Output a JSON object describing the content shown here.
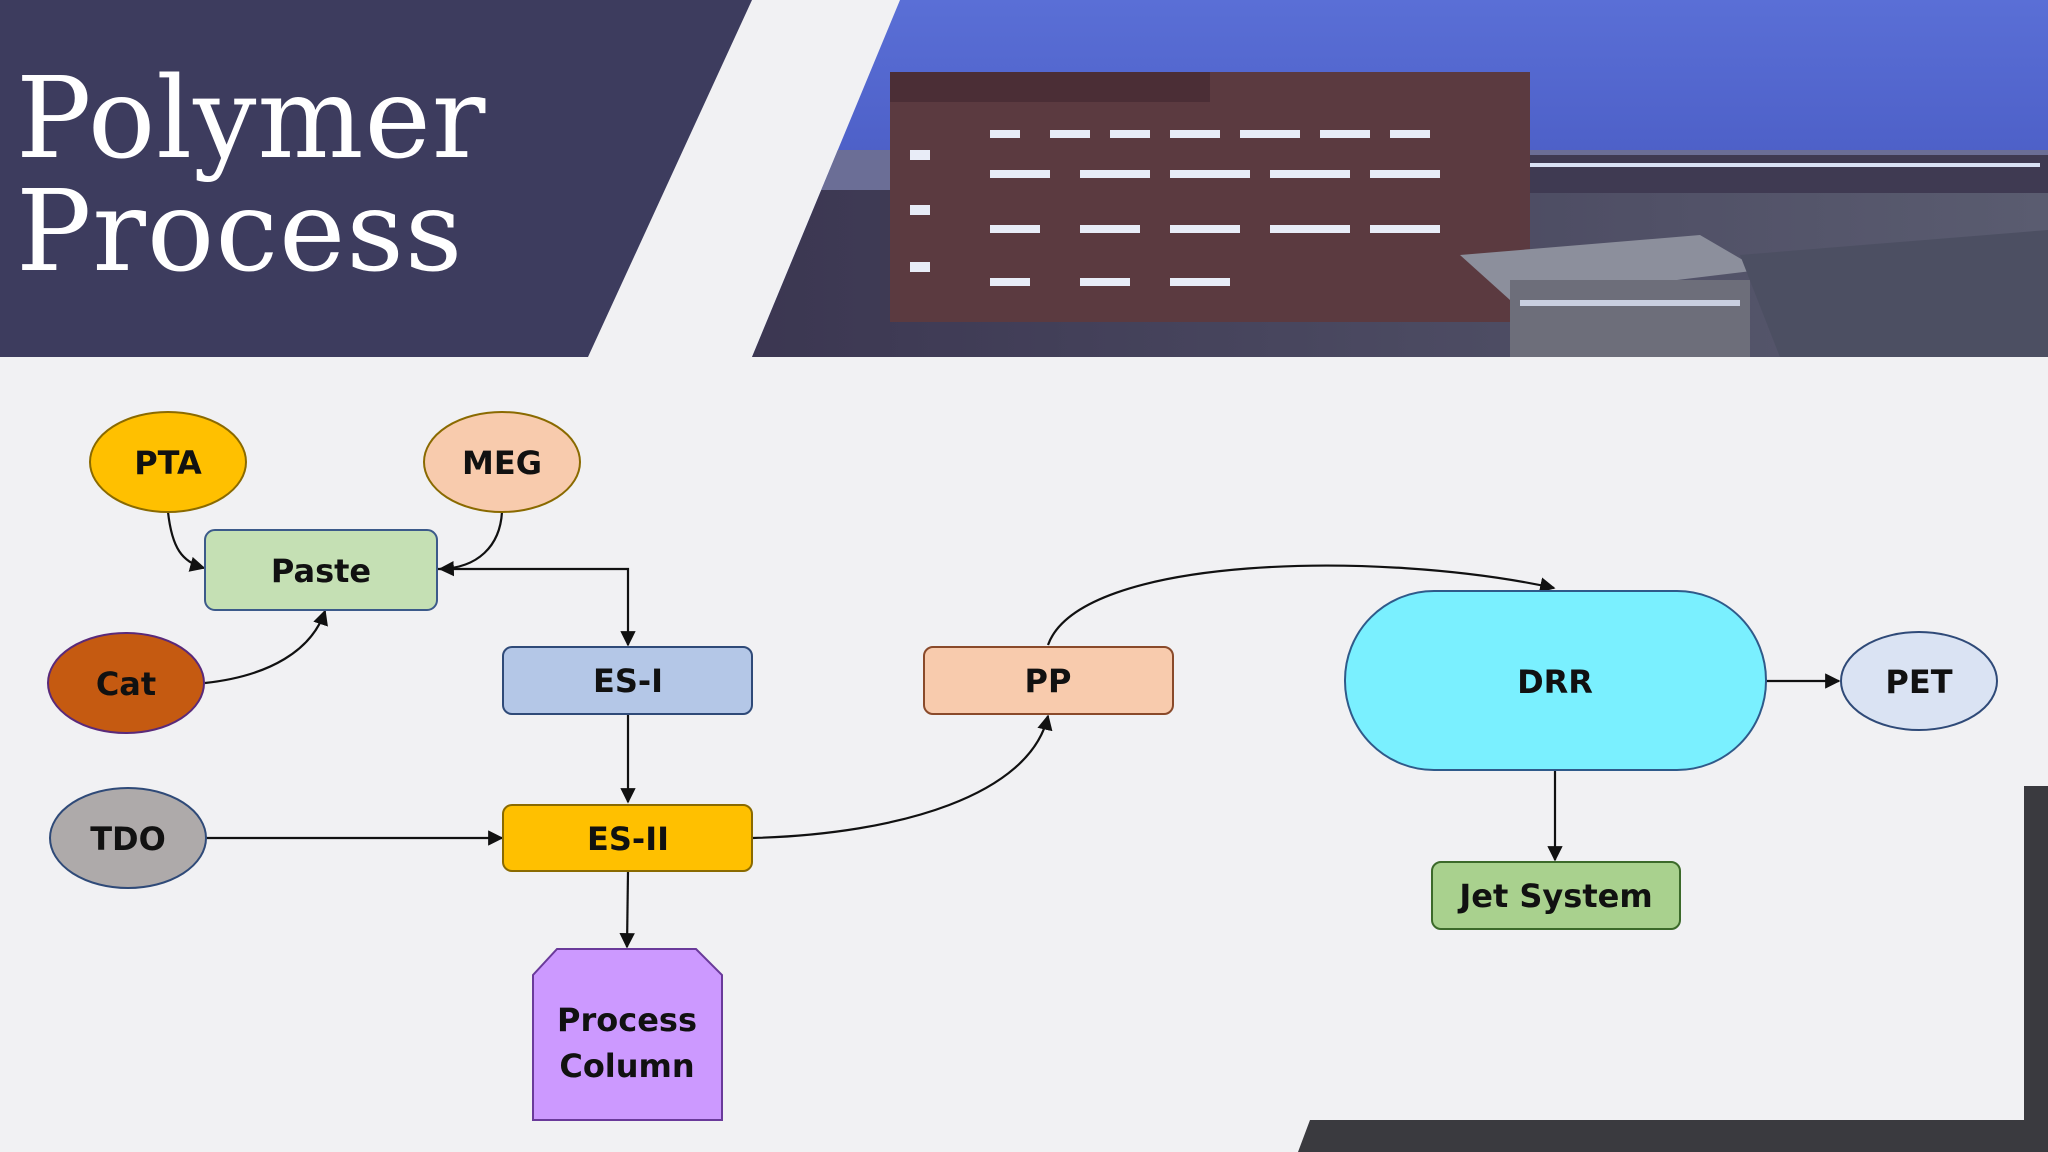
{
  "title": {
    "line1": "Polymer",
    "line2": "Process"
  },
  "colors": {
    "title_banner": "#3d3c5e",
    "corner_accent": "#3a3a3f",
    "edge": "#111111"
  },
  "nodes": {
    "pta": {
      "label": "PTA",
      "fill": "#ffc000"
    },
    "meg": {
      "label": "MEG",
      "fill": "#f8cbad"
    },
    "paste": {
      "label": "Paste",
      "fill": "#c5e0b4"
    },
    "cat": {
      "label": "Cat",
      "fill": "#c55a11"
    },
    "es1": {
      "label": "ES-I",
      "fill": "#b4c7e7"
    },
    "pp": {
      "label": "PP",
      "fill": "#f8cbad"
    },
    "drr": {
      "label": "DRR",
      "fill": "#7af0ff"
    },
    "pet": {
      "label": "PET",
      "fill": "#dae3f3"
    },
    "tdo": {
      "label": "TDO",
      "fill": "#aeaaaa"
    },
    "es2": {
      "label": "ES-II",
      "fill": "#ffc000"
    },
    "jet": {
      "label": "Jet System",
      "fill": "#a9d18e"
    },
    "column": {
      "line1": "Process",
      "line2": "Column",
      "fill": "#cc99ff"
    }
  },
  "edges": [
    {
      "from": "PTA",
      "to": "Paste"
    },
    {
      "from": "MEG",
      "to": "Paste"
    },
    {
      "from": "Cat",
      "to": "Paste"
    },
    {
      "from": "Paste",
      "to": "ES-I"
    },
    {
      "from": "ES-I",
      "to": "ES-II"
    },
    {
      "from": "TDO",
      "to": "ES-II"
    },
    {
      "from": "ES-II",
      "to": "Process Column"
    },
    {
      "from": "ES-II",
      "to": "PP"
    },
    {
      "from": "PP",
      "to": "DRR"
    },
    {
      "from": "DRR",
      "to": "PET"
    },
    {
      "from": "DRR",
      "to": "Jet System"
    }
  ]
}
